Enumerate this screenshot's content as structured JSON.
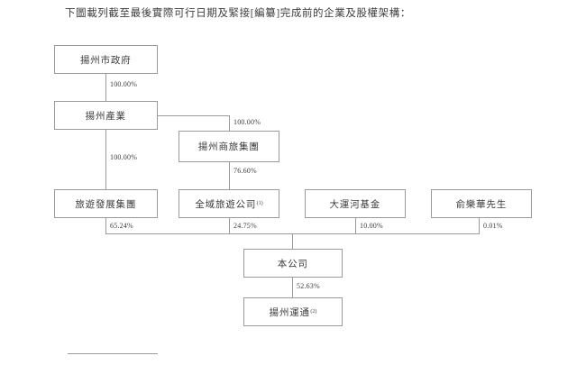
{
  "document": {
    "intro_text": "下圖載列截至最後實際可行日期及緊接[編纂]完成前的企業及股權架構："
  },
  "chart_data": {
    "type": "diagram",
    "title": "企業及股權架構",
    "nodes": [
      {
        "id": "yangzhou-municipal-government",
        "label": "揚州市政府",
        "superscript": ""
      },
      {
        "id": "yangzhou-industry",
        "label": "揚州產業",
        "superscript": ""
      },
      {
        "id": "yangzhou-commerce-travel-group",
        "label": "揚州商旅集團",
        "superscript": ""
      },
      {
        "id": "tourism-development-group",
        "label": "旅遊發展集團",
        "superscript": ""
      },
      {
        "id": "quanyu-tourism-company",
        "label": "全域旅遊公司",
        "superscript": "(1)"
      },
      {
        "id": "grand-canal-fund",
        "label": "大運河基金",
        "superscript": ""
      },
      {
        "id": "mr-yu-lehua",
        "label": "俞樂華先生",
        "superscript": ""
      },
      {
        "id": "our-company",
        "label": "本公司",
        "superscript": ""
      },
      {
        "id": "yangzhou-yuntong",
        "label": "揚州運通",
        "superscript": "(2)"
      }
    ],
    "edges": [
      {
        "from": "yangzhou-municipal-government",
        "to": "yangzhou-industry",
        "percent": "100.00%"
      },
      {
        "from": "yangzhou-industry",
        "to": "yangzhou-commerce-travel-group",
        "percent": "100.00%"
      },
      {
        "from": "yangzhou-industry",
        "to": "tourism-development-group",
        "percent": "100.00%"
      },
      {
        "from": "yangzhou-commerce-travel-group",
        "to": "quanyu-tourism-company",
        "percent": "76.60%"
      },
      {
        "from": "tourism-development-group",
        "to": "our-company",
        "percent": "65.24%"
      },
      {
        "from": "quanyu-tourism-company",
        "to": "our-company",
        "percent": "24.75%"
      },
      {
        "from": "grand-canal-fund",
        "to": "our-company",
        "percent": "10.00%"
      },
      {
        "from": "mr-yu-lehua",
        "to": "our-company",
        "percent": "0.01%"
      },
      {
        "from": "our-company",
        "to": "yangzhou-yuntong",
        "percent": "52.63%"
      }
    ],
    "percent_labels": [
      "100.00%",
      "100.00%",
      "100.00%",
      "76.60%",
      "65.24%",
      "24.75%",
      "10.00%",
      "0.01%",
      "52.63%"
    ]
  }
}
